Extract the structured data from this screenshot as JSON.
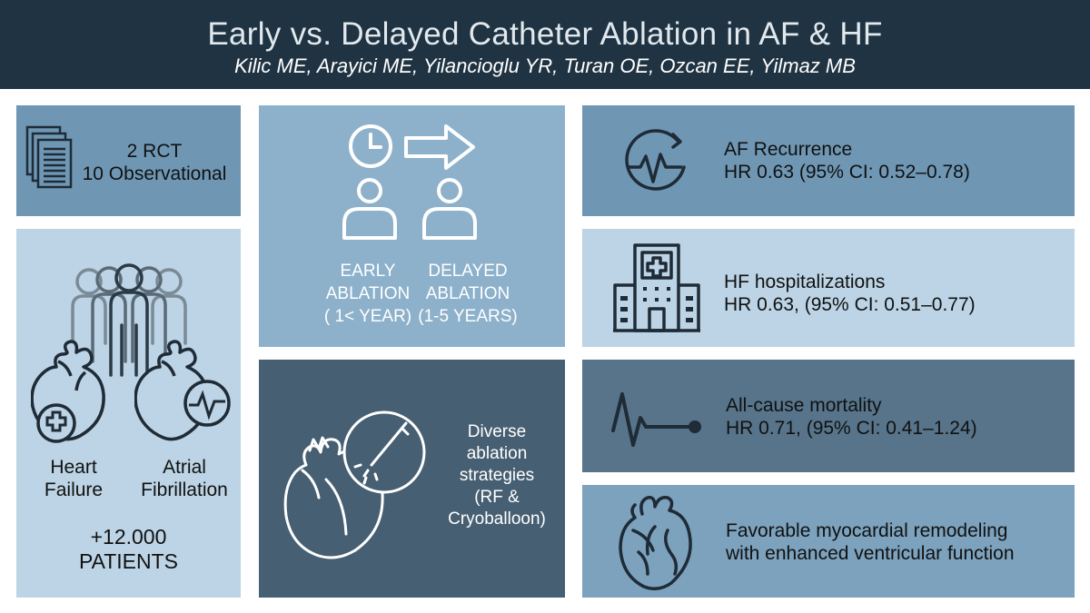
{
  "header": {
    "title": "Early vs. Delayed Catheter Ablation in AF & HF",
    "authors": "Kilic ME, Arayici ME, Yilancioglu YR, Turan OE, Ozcan EE, Yilmaz MB"
  },
  "studies": {
    "rct": "2 RCT",
    "observational": "10 Observational"
  },
  "population": {
    "hf_line1": "Heart",
    "hf_line2": "Failure",
    "af_line1": "Atrial",
    "af_line2": "Fibrillation",
    "count": "+12.000",
    "count_label": "PATIENTS"
  },
  "timing": {
    "early_line1": "EARLY",
    "early_line2": "ABLATION",
    "early_line3": "( 1< YEAR)",
    "delayed_line1": "DELAYED",
    "delayed_line2": "ABLATION",
    "delayed_line3": "(1-5 YEARS)"
  },
  "strategy": {
    "line1": "Diverse",
    "line2": "ablation",
    "line3": "strategies",
    "line4": "(RF &",
    "line5": "Cryoballoon)"
  },
  "outcomes": {
    "af_title": "AF Recurrence",
    "af_value": "HR 0.63 (95% CI: 0.52–0.78)",
    "hfh_title": "HF hospitalizations",
    "hfh_value": "HR 0.63, (95% CI: 0.51–0.77)",
    "mort_title": "All-cause mortality",
    "mort_value": "HR 0.71, (95% CI: 0.41–1.24)",
    "remod_line1": "Favorable myocardial remodeling",
    "remod_line2": "with enhanced ventricular function"
  },
  "icons": [
    "documents-icon",
    "people-group-icon",
    "heart-plus-icon",
    "heart-ecg-icon",
    "clock-icon",
    "arrow-right-icon",
    "person-icon",
    "heart-catheter-icon",
    "heart-rate-cycle-icon",
    "hospital-icon",
    "ecg-flatline-icon",
    "anatomical-heart-icon"
  ],
  "colors": {
    "header": "#1f3342",
    "panel_dark": "#475f72",
    "panel_mid": "#6f97b4",
    "panel_light": "#bcd4e5"
  }
}
